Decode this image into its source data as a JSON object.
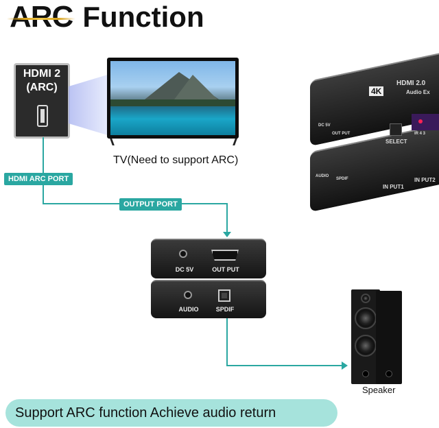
{
  "title": {
    "part1": "ARC",
    "part2": "Function"
  },
  "hdmi_box": {
    "line1": "HDMI 2",
    "line2": "(ARC)"
  },
  "tv": {
    "caption": "TV(Need to support ARC)"
  },
  "tags": {
    "hdmi_arc_port": "HDMI ARC PORT",
    "output_port": "OUTPUT PORT"
  },
  "device_top": {
    "dc_label": "DC 5V",
    "output_label": "OUT PUT"
  },
  "device_bottom": {
    "audio_label": "AUDIO",
    "spdif_label": "SPDIF"
  },
  "big_unit": {
    "badge": "4K",
    "model": "HDMI 2.0",
    "subtitle": "Audio Ex",
    "select": "SELECT",
    "out_put": "OUT PUT",
    "dc": "DC 5V",
    "audio": "AUDIO",
    "spdif": "SPDIF",
    "input1": "IN PUT1",
    "input2": "IN PUT2",
    "leds": "IR  4  3"
  },
  "speaker": {
    "caption": "Speaker"
  },
  "banner": {
    "text": "Support ARC function Achieve audio return"
  },
  "colors": {
    "accent": "#2aa7a1",
    "banner_bg": "#a6e3dc",
    "gold": "#d8a21a"
  }
}
